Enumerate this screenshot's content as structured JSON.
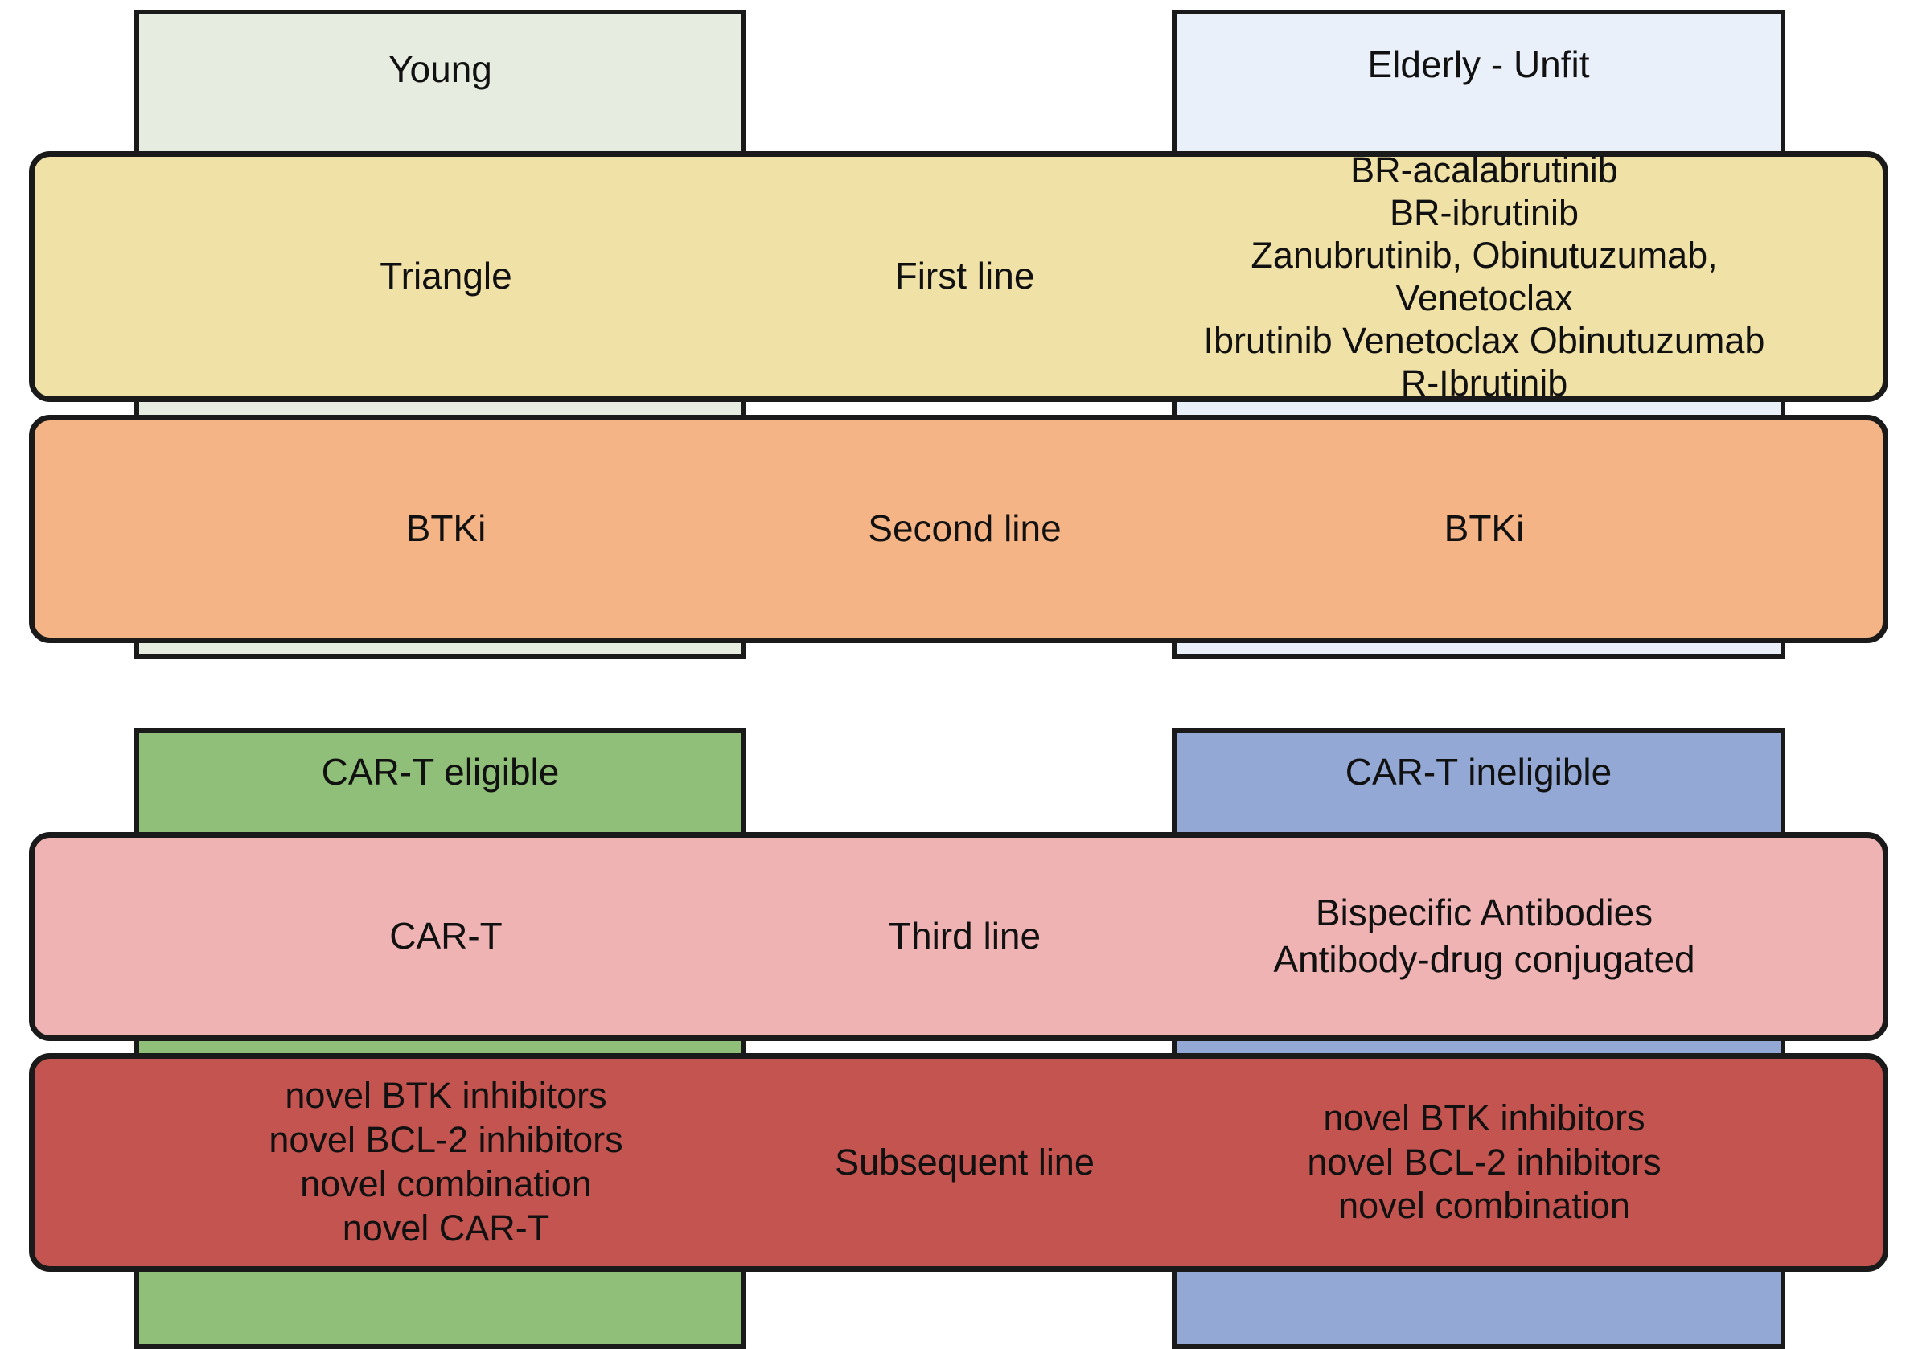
{
  "diagram": {
    "columns": [
      {
        "id": "young",
        "label": "Young",
        "color": "#e6ecdf"
      },
      {
        "id": "elderly-unfit",
        "label": "Elderly - Unfit",
        "color": "#eaf0fa"
      },
      {
        "id": "cart-eligible",
        "label": "CAR-T eligible",
        "color": "#8fbf78"
      },
      {
        "id": "cart-ineligible",
        "label": "CAR-T ineligible",
        "color": "#93a8d4"
      }
    ],
    "bands": [
      {
        "id": "first-line",
        "center": "First line",
        "color": "#f0e1a6",
        "left": "Triangle",
        "right": "BR-acalabrutinib\nBR-ibrutinib\nZanubrutinib, Obinutuzumab, Venetoclax\nIbrutinib Venetoclax Obinutuzumab\nR-Ibrutinib"
      },
      {
        "id": "second-line",
        "center": "Second line",
        "color": "#f4b485",
        "left": "BTKi",
        "right": "BTKi"
      },
      {
        "id": "third-line",
        "center": "Third line",
        "color": "#f0b3b3",
        "left": "CAR-T",
        "right": "Bispecific Antibodies\nAntibody-drug conjugated"
      },
      {
        "id": "subsequent-line",
        "center": "Subsequent line",
        "color": "#c45450",
        "left": "novel BTK inhibitors\nnovel BCL-2 inhibitors\nnovel combination\nnovel CAR-T",
        "right": "novel BTK inhibitors\nnovel BCL-2 inhibitors\nnovel combination"
      }
    ]
  }
}
